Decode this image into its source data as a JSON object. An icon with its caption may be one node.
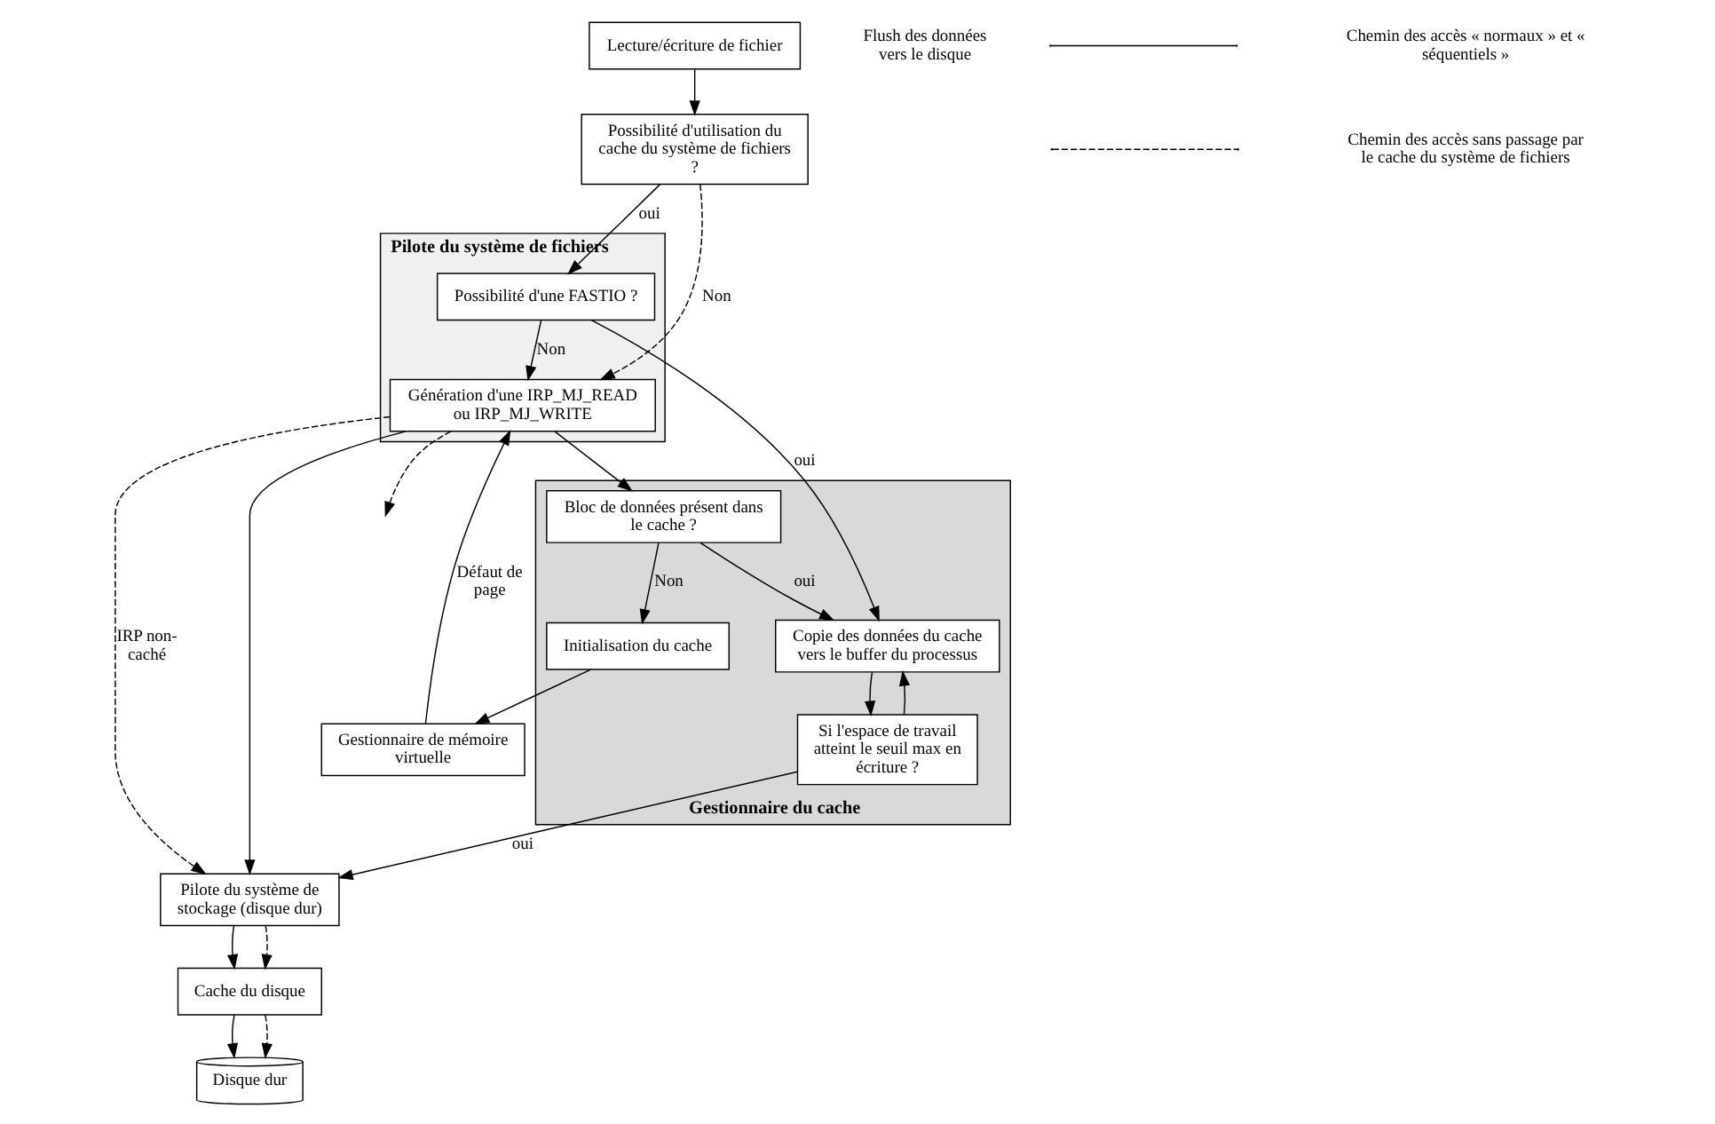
{
  "diagram": {
    "nodes": [
      {
        "text": [
          "Lecture/écriture de fichier"
        ]
      },
      {
        "text": [
          "Possibilité d'utilisation du cache du système de fichiers ?"
        ]
      },
      {
        "text": [
          "Pilote du système de fichiers"
        ]
      },
      {
        "text": [
          "Génération d'une IRP_MJ_READ ou IRP_MJ_WRITE"
        ],
        "in": 2
      },
      {
        "text": [
          "Possibilité d'une FASTIO ?"
        ],
        "in": 2
      },
      {
        "text": [
          "Pilote du système de stockage (disque dur)"
        ]
      },
      {
        "text": [
          "Gestionnaire du cache"
        ]
      },
      {
        "text": [
          "Bloc de données présent dans le cache ?"
        ],
        "in": 6
      },
      {
        "text": [
          "Copie des données du cache vers le buffer du processus"
        ],
        "in": 6
      },
      {
        "text": [
          "Initialisation du cache"
        ],
        "in": 6
      },
      {
        "text": [
          "Si l'espace de travail atteint le seuil max en écriture ?"
        ],
        "in": 6
      },
      {
        "text": [
          "Gestionnaire de mémoire virtuelle"
        ]
      },
      {
        "text": [
          "Cache du disque"
        ]
      },
      {
        "text": [
          "Disque dur"
        ]
      }
    ],
    "edges": [
      {
        "from": 0,
        "to": 1,
        "arrow": "to"
      },
      {
        "from": 1,
        "to": 4,
        "arrow": "to",
        "label": "oui"
      },
      {
        "from": 1,
        "to": 3,
        "arrow": "to",
        "label": "Non",
        "style": "dashed"
      },
      {
        "from": 4,
        "to": 3,
        "arrow": "to",
        "label": "Non"
      },
      {
        "from": 4,
        "to": 8,
        "arrow": "to",
        "label": "oui"
      },
      {
        "from": 3,
        "to": 5,
        "arrow": "to",
        "label": "IRP non- caché",
        "style": "dashed"
      },
      {
        "from": 3,
        "to": 5,
        "arrow": "to"
      },
      {
        "from": 3,
        "to": null,
        "arrow": "to",
        "style": "dashed"
      },
      {
        "from": 11,
        "to": 3,
        "arrow": "to",
        "label": "Défaut de page"
      },
      {
        "from": 3,
        "to": 7,
        "arrow": "to"
      },
      {
        "from": 7,
        "to": 8,
        "arrow": "to",
        "label": "oui"
      },
      {
        "from": 7,
        "to": 9,
        "arrow": "to",
        "label": "Non"
      },
      {
        "from": 9,
        "to": 11,
        "arrow": "to"
      },
      {
        "from": 8,
        "to": 10,
        "arrow": "to"
      },
      {
        "from": 10,
        "to": 8,
        "arrow": "to"
      },
      {
        "from": 10,
        "to": 5,
        "arrow": "to",
        "label": "oui"
      },
      {
        "from": 5,
        "to": 12,
        "arrow": "to"
      },
      {
        "from": 5,
        "to": 12,
        "arrow": "to",
        "style": "dashed"
      },
      {
        "from": 12,
        "to": 13,
        "arrow": "to"
      },
      {
        "from": 12,
        "to": 13,
        "arrow": "to",
        "style": "dashed"
      }
    ],
    "labels": [
      "Flush des données vers le disque"
    ],
    "legend": [
      {
        "text": "Chemin des accès « normaux » et « séquentiels »"
      },
      {
        "text": "Chemin des accès sans passage par le cache du système de fichiers"
      }
    ]
  }
}
